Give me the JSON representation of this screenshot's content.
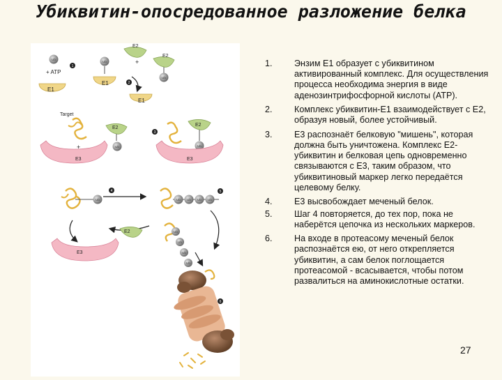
{
  "slide": {
    "title": "Убиквитин-опосредованное разложение белка",
    "page_number": "27"
  },
  "figure": {
    "labels": {
      "e1": "E1",
      "e2": "E2",
      "e3": "E3",
      "ub": "Ub",
      "atp": "+ ATP",
      "plus": "+",
      "target": "Target"
    },
    "step_marks": [
      "1",
      "2",
      "3",
      "4",
      "5",
      "6"
    ]
  },
  "steps": [
    {
      "num": "1.",
      "text": "Энзим Е1 образует с убиквитином активированный комплекс. Для осуществления процесса необходима энергия в виде аденозинтрифосфорной кислоты (АТР)."
    },
    {
      "num": "2.",
      "text": "Комплекс убиквитин-Е1 взаимодействует с Е2, образуя новый, более устойчивый."
    },
    {
      "num": "3.",
      "text": "Е3 распознаёт белковую \"мишень\", которая должна быть уничтожена. Комплекс Е2-убиквитин и белковая цепь одновременно связываются с Е3, таким образом, что убиквитиновый маркер легко передаётся целевому белку."
    },
    {
      "num": "4.",
      "text": "Е3 высвобождает меченый белок."
    },
    {
      "num": "5.",
      "text": "Шаг 4 повторяется, до тех пор, пока не наберётся цепочка из нескольких маркеров."
    },
    {
      "num": "6.",
      "text": "На входе в протеасому меченый белок распознаётся ею, от него открепляется убиквитин, а сам белок поглощается протеасомой - всасывается, чтобы потом развалиться на аминокислотные остатки."
    }
  ]
}
